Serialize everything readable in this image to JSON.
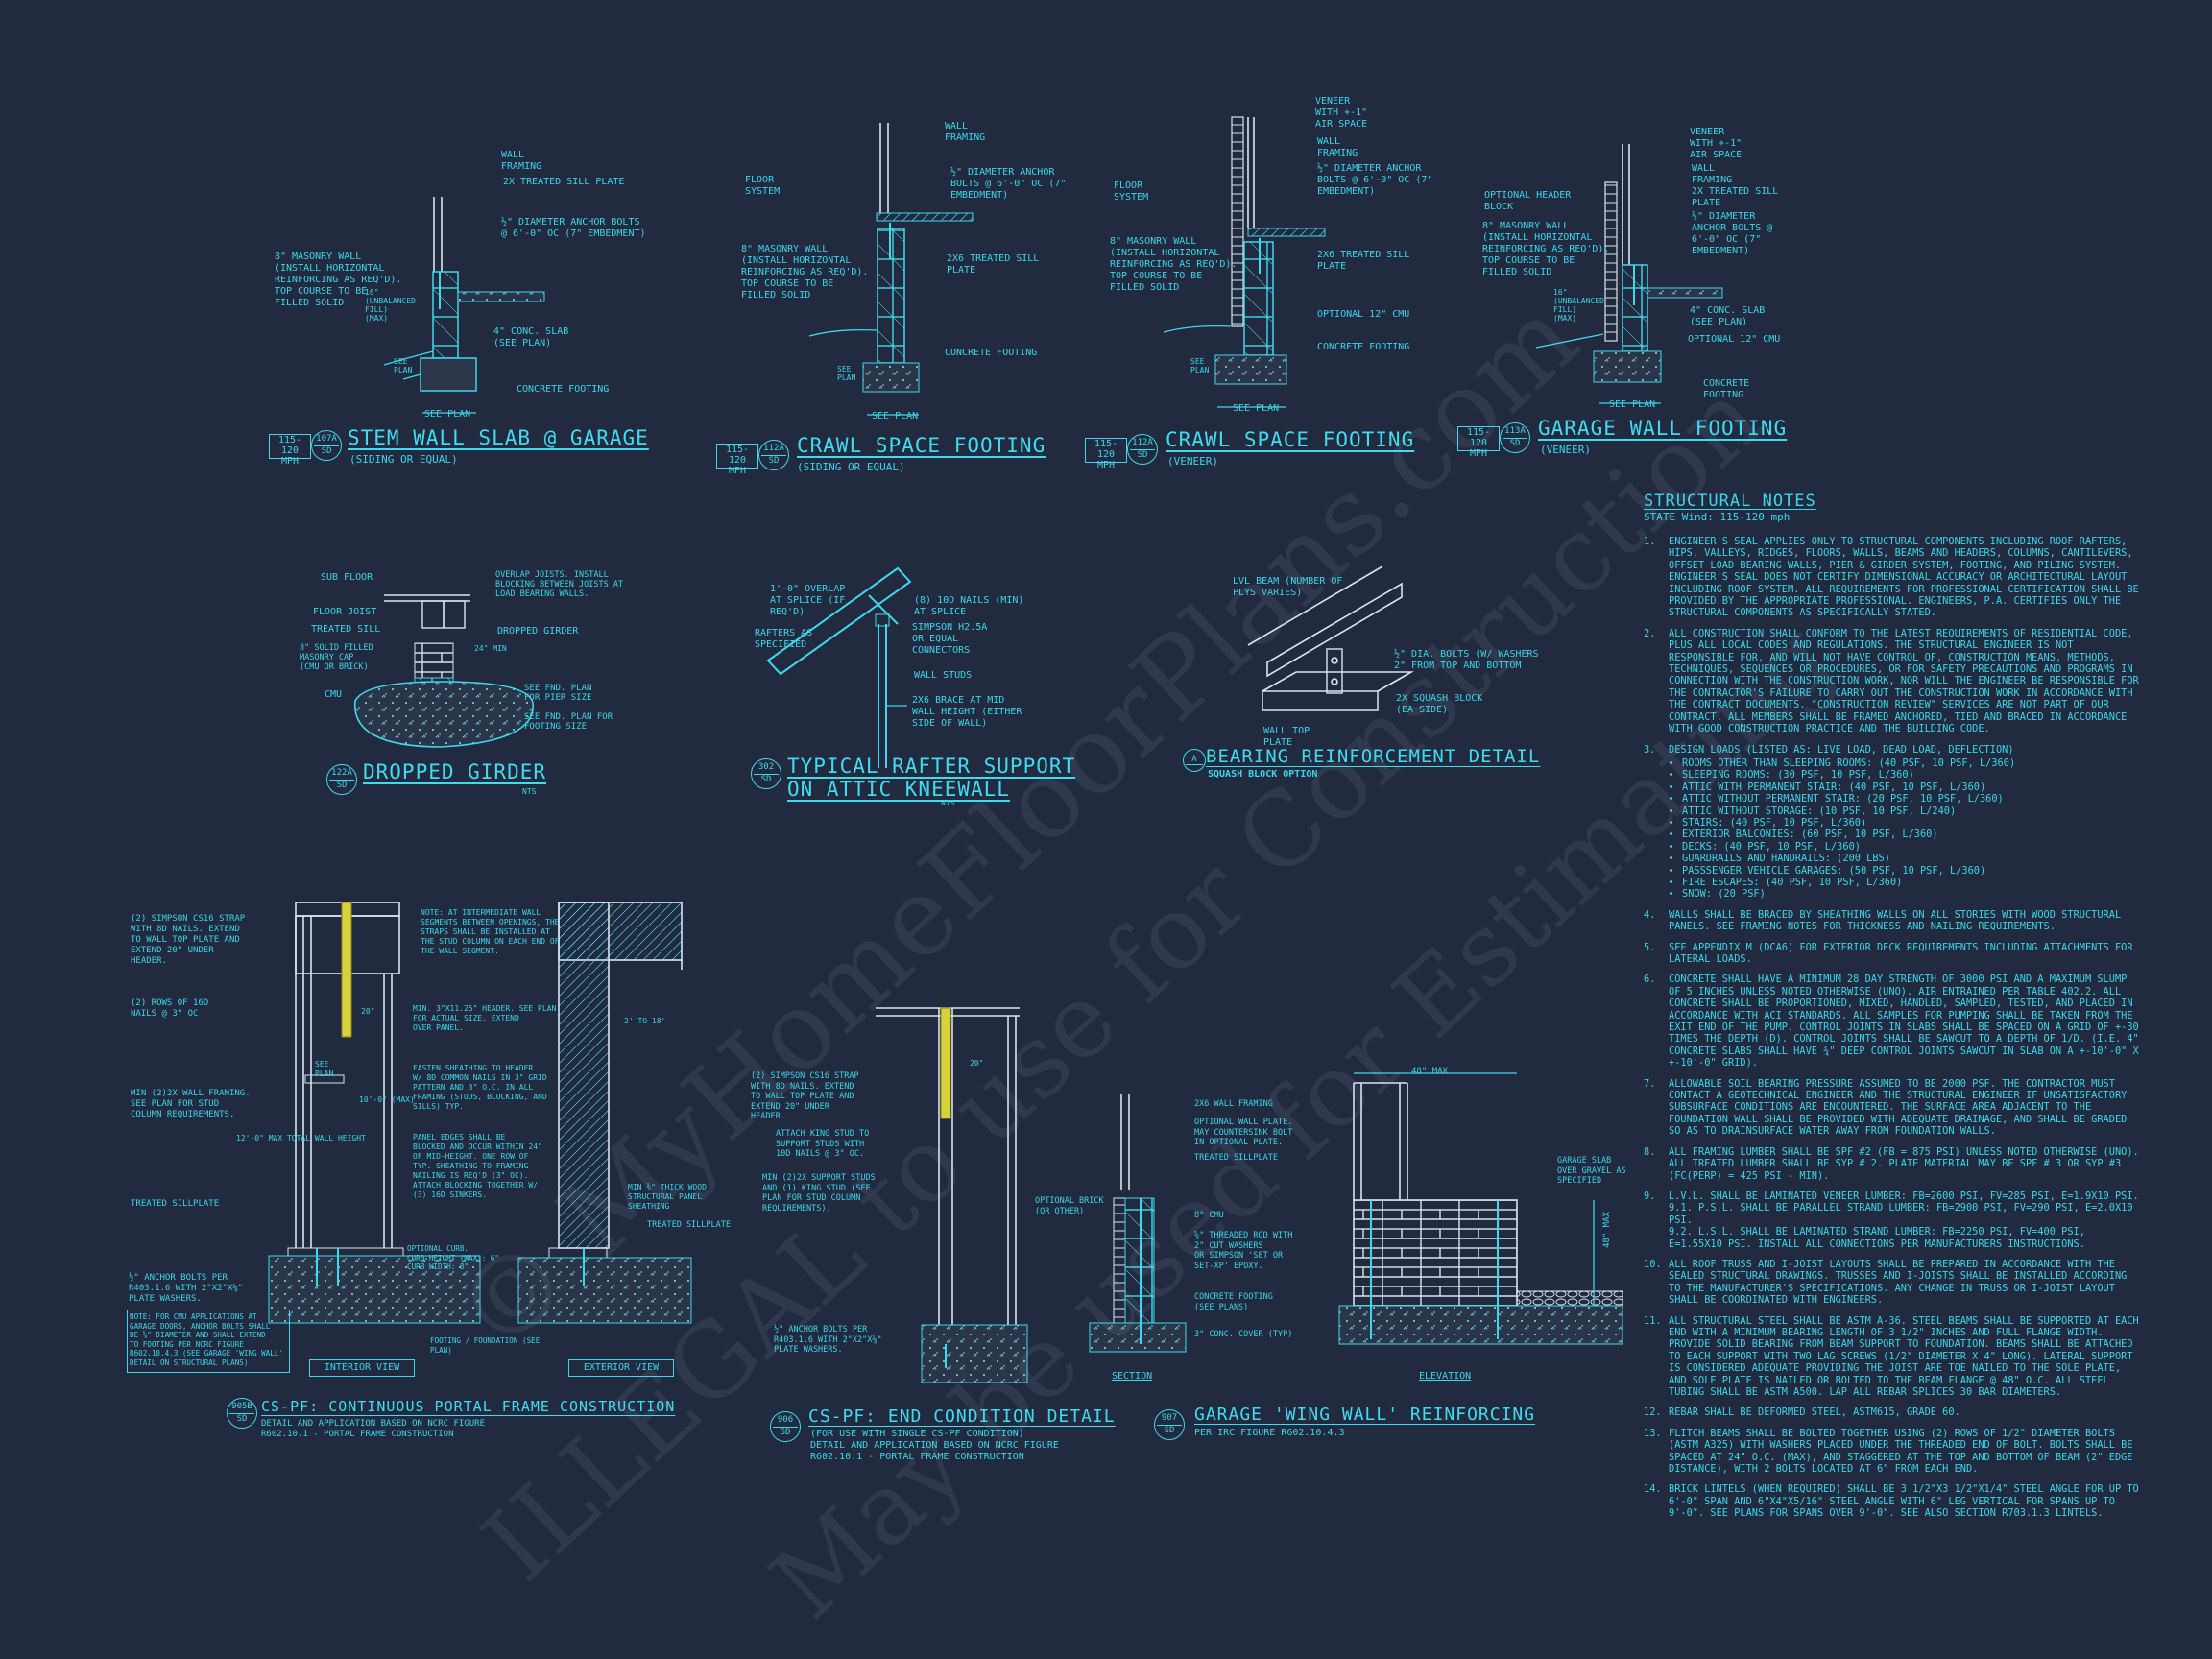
{
  "details": {
    "d1": {
      "title": "STEM WALL SLAB @ GARAGE",
      "subtitle": "(SIDING OR EQUAL)",
      "tag_top": "115-120",
      "tag_bottom": "MPH",
      "circle_top": "107A",
      "circle_bottom": "SD",
      "labels": [
        "WALL\nFRAMING",
        "2x TREATED SILL PLATE",
        "½\" DIAMETER ANCHOR BOLTS\n@ 6'-0\" OC (7\" EMBEDMENT)",
        "8\" MASONRY WALL\n(INSTALL HORIZONTAL\nREINFORCING AS REQ'D).\nTOP COURSE TO BE\nFILLED SOLID",
        "4\" CONC. SLAB\n(SEE PLAN)",
        "CONCRETE FOOTING",
        "SEE PLAN",
        "16\"\n(UNBALANCED\nFILL)\n(MAX)",
        "SEE\nPLAN"
      ]
    },
    "d2": {
      "title": "CRAWL SPACE FOOTING",
      "subtitle": "(SIDING OR EQUAL)",
      "tag_top": "115-120",
      "tag_bottom": "MPH",
      "circle_top": "112A",
      "circle_bottom": "SD",
      "labels": [
        "WALL\nFRAMING",
        "FLOOR\nSYSTEM",
        "½\" DIAMETER ANCHOR\nBOLTS @ 6'-0\" OC (7\"\nEMBEDMENT)",
        "8\" MASONRY WALL\n(INSTALL HORIZONTAL\nREINFORCING AS REQ'D).\nTOP COURSE TO BE\nFILLED SOLID",
        "2x6 TREATED SILL\nPLATE",
        "CONCRETE FOOTING",
        "SEE PLAN",
        "SEE\nPLAN"
      ]
    },
    "d3": {
      "title": "CRAWL SPACE FOOTING",
      "subtitle": "(VENEER)",
      "tag_top": "115-120",
      "tag_bottom": "MPH",
      "circle_top": "112A",
      "circle_bottom": "SD",
      "labels": [
        "VENEER\nWITH +-1\"\nAIR SPACE",
        "WALL\nFRAMING",
        "½\" DIAMETER ANCHOR\nBOLTS @ 6'-0\" OC (7\"\nEMBEDMENT)",
        "FLOOR\nSYSTEM",
        "8\" MASONRY WALL\n(INSTALL HORIZONTAL\nREINFORCING AS REQ'D).\nTOP COURSE TO BE\nFILLED SOLID",
        "2x6 TREATED SILL\nPLATE",
        "OPTIONAL 12\" CMU",
        "CONCRETE FOOTING",
        "SEE PLAN",
        "SEE\nPLAN"
      ]
    },
    "d4": {
      "title": "GARAGE WALL FOOTING",
      "subtitle": "(VENEER)",
      "tag_top": "115-120",
      "tag_bottom": "MPH",
      "circle_top": "113A",
      "circle_bottom": "SD",
      "labels": [
        "VENEER\nWITH +-1\"\nAIR SPACE",
        "WALL\nFRAMING",
        "OPTIONAL HEADER\nBLOCK",
        "2x TREATED SILL\nPLATE",
        "½\" DIAMETER\nANCHOR BOLTS @\n6'-0\" OC (7\"\nEMBEDMENT)",
        "8\" MASONRY WALL\n(INSTALL HORIZONTAL\nREINFORCING AS REQ'D).\nTOP COURSE TO BE\nFILLED SOLID",
        "4\" CONC. SLAB\n(SEE PLAN)",
        "OPTIONAL 12\" CMU",
        "CONCRETE\nFOOTING",
        "SEE PLAN",
        "16\"\n(UNBALANCED\nFILL)\n(MAX)"
      ]
    },
    "d5": {
      "title": "DROPPED GIRDER",
      "subtitle": "NTS",
      "circle_top": "122A",
      "circle_bottom": "SD",
      "labels": [
        "SUB FLOOR",
        "OVERLAP JOISTS. INSTALL\nBLOCKING BETWEEN JOISTS AT\nLOAD BEARING WALLS.",
        "FLOOR JOIST",
        "TREATED SILL",
        "DROPPED GIRDER",
        "8\" SOLID FILLED\nMASONRY CAP\n(CMU OR BRICK)",
        "24\" MIN",
        "CMU",
        "SEE FND. PLAN\nFOR PIER SIZE",
        "SEE FND. PLAN FOR\nFOOTING SIZE"
      ]
    },
    "d6": {
      "title": "TYPICAL RAFTER SUPPORT\nON ATTIC KNEEWALL",
      "subtitle": "NTS",
      "circle_top": "302",
      "circle_bottom": "SD",
      "labels": [
        "1'-0\" OVERLAP\nAT SPLICE (IF\nREQ'D)",
        "(8) 10d NAILS (MIN)\nAT SPLICE",
        "RAFTERS AS\nSPECIFIED",
        "SIMPSON H2.5A\nOR EQUAL\nCONNECTORS",
        "WALL STUDS",
        "2x6 BRACE AT MID\nWALL HEIGHT (EITHER\nSIDE OF WALL)"
      ]
    },
    "d7": {
      "title": "BEARING REINFORCEMENT DETAIL",
      "subtitle": "SQUASH BLOCK OPTION",
      "circle_top": "A",
      "labels": [
        "LVL BEAM (NUMBER OF\nPLYS VARIES)",
        "½\" DIA. BOLTS (W/ WASHERS\n2\" FROM TOP AND BOTTOM",
        "2x SQUASH BLOCK\n(EA SIDE)",
        "WALL TOP\nPLATE"
      ]
    },
    "d8": {
      "title": "CS-PF: CONTINUOUS PORTAL FRAME CONSTRUCTION",
      "subtitle": "DETAIL AND APPLICATION BASED ON NCRC FIGURE\nR602.10.1 - PORTAL FRAME CONSTRUCTION",
      "circle_top": "905B",
      "circle_bottom": "SD",
      "labels": [
        "(2) SIMPSON CS16 STRAP\nWITH 8d NAILS. EXTEND\nTO WALL TOP PLATE AND\nEXTEND 20\" UNDER\nHEADER.",
        "(2) ROWS OF 16d\nNAILS @ 3\" OC",
        "MIN (2)2X WALL FRAMING.\nSEE PLAN FOR STUD\nCOLUMN REQUIREMENTS.",
        "TREATED SILLPLATE",
        "½\" ANCHOR BOLTS PER\nR403.1.6 WITH 2\"x2\"x⅛\"\nPLATE WASHERS.",
        "NOTE: FOR CMU APPLICATIONS AT\nGARAGE DOORS, ANCHOR BOLTS SHALL\nBE ⅝\" DIAMETER AND SHALL EXTEND\nTO FOOTING PER NCRC FIGURE\nR602.10.4.3 (SEE GARAGE 'WING WALL'\nDETAIL ON STRUCTURAL PLANS)",
        "NOTE: AT INTERMEDIATE WALL\nSEGMENTS BETWEEN OPENINGS, THE\nSTRAPS SHALL BE INSTALLED AT\nTHE STUD COLUMN ON EACH END OF\nTHE WALL SEGMENT.",
        "MIN. 3\"x11.25\" HEADER. SEE PLAN\nFOR ACTUAL SIZE. EXTEND\nOVER PANEL.",
        "FASTEN SHEATHING TO HEADER\nW/ 8d COMMON NAILS IN 3\" GRID\nPATTERN AND 3\" O.C. IN ALL\nFRAMING (STUDS, BLOCKING, AND\nSILLS) TYP.",
        "PANEL EDGES SHALL BE\nBLOCKED AND OCCUR WITHIN 24\"\nOF MID-HEIGHT. ONE ROW OF\nTYP. SHEATHING-TO-FRAMING\nNAILING IS REQ'D (3\" OC).\nATTACH BLOCKING TOGETHER W/\n(3) 16d SINKERS.",
        "OPTIONAL CURB.\nCURB HEIGHT (MAX): 6\"\nCURB WIDTH: 8\"",
        "FOOTING / FOUNDATION (SEE\nPLAN)",
        "MIN ⅜\" THICK WOOD\nSTRUCTURAL PANEL\nSHEATHING",
        "TREATED SILLPLATE",
        "20\"",
        "SEE\nPLAN",
        "10'-0\" (MAX)",
        "12'-0\" MAX TOTAL WALL HEIGHT",
        "2' TO 18'",
        "INTERIOR VIEW",
        "EXTERIOR VIEW"
      ]
    },
    "d9": {
      "title": "CS-PF: END CONDITION DETAIL",
      "subtitle": "(FOR USE WITH SINGLE CS-PF CONDITION)\nDETAIL AND APPLICATION BASED ON NCRC FIGURE\nR602.10.1 - PORTAL FRAME CONSTRUCTION",
      "circle_top": "906",
      "circle_bottom": "SD",
      "labels": [
        "(2) SIMPSON CS16 STRAP\nWITH 8d NAILS. EXTEND\nTO WALL TOP PLATE AND\nEXTEND 20\" UNDER\nHEADER.",
        "ATTACH KING STUD TO\nSUPPORT STUDS WITH\n10d NAILS @ 3\" OC.",
        "MIN (2)2X SUPPORT STUDS\nAND (1) KING STUD (SEE\nPLAN FOR STUD COLUMN\nREQUIREMENTS).",
        "½\" ANCHOR BOLTS PER\nR403.1.6 WITH 2\"x2\"x⅛\"\nPLATE WASHERS.",
        "20\""
      ]
    },
    "d10": {
      "title": "GARAGE 'WING WALL' REINFORCING",
      "subtitle": "PER IRC FIGURE R602.10.4.3",
      "circle_top": "907",
      "circle_bottom": "SD",
      "labels": [
        "2x6 WALL FRAMING",
        "OPTIONAL WALL PLATE.\nMAY COUNTERSINK BOLT\nIN OPTIONAL PLATE.",
        "TREATED SILLPLATE",
        "OPTIONAL BRICK\n(OR OTHER)",
        "8\" CMU",
        "⅝\" THREADED ROD WITH\n2\" CUT WASHERS\nOR SIMPSON 'SET OR\nSET-XP' EPOXY.",
        "CONCRETE FOOTING\n(SEE PLANS)",
        "3\" CONC. COVER (TYP)",
        "SECTION",
        "ELEVATION",
        "48\" MAX",
        "GARAGE SLAB\nOVER GRAVEL AS\nSPECIFIED",
        "48\" MAX"
      ]
    }
  },
  "structural_notes": {
    "title": "STRUCTURAL NOTES",
    "wind": "STATE Wind: 115-120 mph",
    "items": [
      {
        "n": "1.",
        "text": "ENGINEER'S SEAL APPLIES ONLY TO STRUCTURAL COMPONENTS INCLUDING ROOF RAFTERS, HIPS, VALLEYS, RIDGES, FLOORS, WALLS, BEAMS AND HEADERS, COLUMNS, CANTILEVERS, OFFSET LOAD BEARING WALLS, PIER & GIRDER SYSTEM, FOOTING, AND PILING SYSTEM. ENGINEER'S SEAL DOES NOT CERTIFY DIMENSIONAL ACCURACY OR ARCHITECTURAL LAYOUT INCLUDING ROOF SYSTEM. ALL REQUIREMENTS FOR PROFESSIONAL CERTIFICATION SHALL BE PROVIDED BY THE APPROPRIATE PROFESSIONAL. ENGINEERS, P.A. CERTIFIES ONLY THE STRUCTURAL COMPONENTS AS SPECIFICALLY STATED."
      },
      {
        "n": "2.",
        "text": "ALL CONSTRUCTION SHALL CONFORM TO THE LATEST REQUIREMENTS OF RESIDENTIAL CODE, PLUS ALL LOCAL CODES AND REGULATIONS. THE STRUCTURAL ENGINEER IS NOT RESPONSIBLE FOR, AND WILL NOT HAVE CONTROL OF, CONSTRUCTION MEANS, METHODS, TECHNIQUES, SEQUENCES OR PROCEDURES, OR FOR SAFETY PRECAUTIONS AND PROGRAMS IN CONNECTION WITH THE CONSTRUCTION WORK, NOR WILL THE ENGINEER BE RESPONSIBLE FOR THE CONTRACTOR'S FAILURE TO CARRY OUT THE CONSTRUCTION WORK IN ACCORDANCE WITH THE CONTRACT DOCUMENTS. \"CONSTRUCTION REVIEW\" SERVICES ARE NOT PART OF OUR CONTRACT. ALL MEMBERS SHALL BE FRAMED ANCHORED, TIED AND BRACED IN ACCORDANCE WITH GOOD CONSTRUCTION PRACTICE AND THE BUILDING CODE."
      },
      {
        "n": "3.",
        "text": "DESIGN LOADS (LISTED AS: LIVE LOAD, DEAD LOAD, DEFLECTION)",
        "bullets": [
          "ROOMS OTHER THAN SLEEPING ROOMS: (40 PSF, 10 PSF, L/360)",
          "SLEEPING ROOMS: (30 PSF, 10 PSF, L/360)",
          "ATTIC WITH PERMANENT STAIR: (40 PSF, 10 PSF, L/360)",
          "ATTIC WITHOUT PERMANENT STAIR: (20 PSF, 10 PSF, L/360)",
          "ATTIC WITHOUT STORAGE: (10 PSF, 10 PSF, L/240)",
          "STAIRS: (40 PSF, 10 PSF, L/360)",
          "EXTERIOR BALCONIES: (60 PSF, 10 PSF, L/360)",
          "DECKS: (40 PSF, 10 PSF, L/360)",
          "GUARDRAILS AND HANDRAILS: (200 LBS)",
          "PASSSENGER VEHICLE GARAGES: (50 PSF, 10 PSF, L/360)",
          "FIRE ESCAPES: (40 PSF, 10 PSF, L/360)",
          "SNOW: (20 PSF)"
        ]
      },
      {
        "n": "4.",
        "text": "WALLS SHALL BE BRACED BY SHEATHING WALLS ON ALL STORIES WITH WOOD STRUCTURAL PANELS. SEE FRAMING NOTES FOR THICKNESS AND NAILING REQUIREMENTS."
      },
      {
        "n": "5.",
        "text": "SEE APPENDIX M (DCA6) FOR EXTERIOR DECK REQUIREMENTS INCLUDING ATTACHMENTS FOR LATERAL LOADS."
      },
      {
        "n": "6.",
        "text": "CONCRETE SHALL HAVE A MINIMUM 28 DAY STRENGTH OF 3000 PSI AND A MAXIMUM SLUMP OF 5 INCHES UNLESS NOTED OTHERWISE (UNO). AIR ENTRAINED PER TABLE 402.2. ALL CONCRETE SHALL BE PROPORTIONED, MIXED, HANDLED, SAMPLED, TESTED, AND PLACED IN ACCORDANCE WITH ACI STANDARDS. ALL SAMPLES FOR PUMPING SHALL BE TAKEN FROM THE EXIT END OF THE PUMP. CONTROL JOINTS IN SLABS SHALL BE SPACED ON A GRID OF +-30 TIMES THE DEPTH (D). CONTROL JOINTS SHALL BE SAWCUT TO A DEPTH OF 1/D. (I.E. 4\" CONCRETE SLABS SHALL HAVE ¾\" DEEP CONTROL JOINTS SAWCUT IN SLAB ON A +-10'-0\" x +-10'-0\" GRID)."
      },
      {
        "n": "7.",
        "text": "ALLOWABLE SOIL BEARING PRESSURE ASSUMED TO BE 2000 PSF. THE CONTRACTOR MUST CONTACT A GEOTECHNICAL ENGINEER AND THE STRUCTURAL ENGINEER IF UNSATISFACTORY SUBSURFACE CONDITIONS ARE ENCOUNTERED. THE SURFACE AREA ADJACENT TO THE FOUNDATION WALL SHALL BE PROVIDED WITH ADEQUATE DRAINAGE, AND SHALL BE GRADED SO AS TO DRAINSURFACE WATER AWAY FROM FOUNDATION WALLS."
      },
      {
        "n": "8.",
        "text": "ALL FRAMING LUMBER SHALL BE SPF #2 (Fb = 875 PSI) UNLESS NOTED OTHERWISE (UNO). ALL TREATED LUMBER SHALL BE SYP # 2. PLATE MATERIAL MAY BE SPF # 3 OR SYP #3 (Fc(perp) = 425 PSI - MIN)."
      },
      {
        "n": "9.",
        "text": "L.V.L. SHALL BE LAMINATED VENEER LUMBER: Fb=2600 PSI, Fv=285 PSI, E=1.9x10 PSI.\n9.1. P.S.L. SHALL BE PARALLEL STRAND LUMBER: Fb=2900 PSI, Fv=290 PSI, E=2.0x10 PSI.\n9.2. L.S.L. SHALL BE LAMINATED STRAND LUMBER: Fb=2250 PSI, Fv=400 PSI, E=1.55x10 PSI. INSTALL ALL CONNECTIONS PER MANUFACTURERS INSTRUCTIONS."
      },
      {
        "n": "10.",
        "text": "ALL ROOF TRUSS AND I-JOIST LAYOUTS SHALL BE PREPARED IN ACCORDANCE WITH THE SEALED STRUCTURAL DRAWINGS. TRUSSES AND I-JOISTS SHALL BE INSTALLED ACCORDING TO THE MANUFACTURER'S SPECIFICATIONS. ANY CHANGE IN TRUSS OR I-JOIST LAYOUT SHALL BE COORDINATED WITH ENGINEERS."
      },
      {
        "n": "11.",
        "text": "ALL STRUCTURAL STEEL SHALL BE ASTM A-36. STEEL BEAMS SHALL BE SUPPORTED AT EACH END WITH A MINIMUM BEARING LENGTH OF 3 1/2\" INCHES AND FULL FLANGE WIDTH. PROVIDE SOLID BEARING FROM BEAM SUPPORT TO FOUNDATION. BEAMS SHALL BE ATTACHED TO EACH SUPPORT WITH TWO LAG SCREWS (1/2\" DIAMETER x 4\" LONG). LATERAL SUPPORT IS CONSIDERED ADEQUATE PROVIDING THE JOIST ARE TOE NAILED TO THE SOLE PLATE, AND SOLE PLATE IS NAILED OR BOLTED TO THE BEAM FLANGE @ 48\" O.C. ALL STEEL TUBING SHALL BE ASTM A500. LAP ALL REBAR SPLICES 30 BAR DIAMETERS."
      },
      {
        "n": "12.",
        "text": "REBAR SHALL BE DEFORMED STEEL, ASTM615, GRADE 60."
      },
      {
        "n": "13.",
        "text": "FLITCH BEAMS SHALL BE BOLTED TOGETHER USING (2) ROWS OF 1/2\" DIAMETER BOLTS (ASTM A325) WITH WASHERS PLACED UNDER THE THREADED END OF BOLT. BOLTS SHALL BE SPACED AT 24\" O.C. (MAX), AND STAGGERED AT THE TOP AND BOTTOM OF BEAM (2\" EDGE DISTANCE), WITH 2 BOLTS LOCATED AT 6\" FROM EACH END."
      },
      {
        "n": "14.",
        "text": "BRICK LINTELS (WHEN REQUIRED) SHALL BE 3 1/2\"x3 1/2\"x1/4\" STEEL ANGLE FOR UP TO 6'-0\" SPAN AND 6\"x4\"x5/16\" STEEL ANGLE WITH 6\" LEG VERTICAL FOR SPANS UP TO 9'-0\". SEE PLANS FOR SPANS OVER 9'-0\". SEE ALSO SECTION R703.1.3 LINTELS."
      }
    ]
  },
  "watermarks": [
    "© MyHomeFloorPlans.com",
    "ILLEGAL to use for Construction",
    "May be used for Estimating"
  ]
}
